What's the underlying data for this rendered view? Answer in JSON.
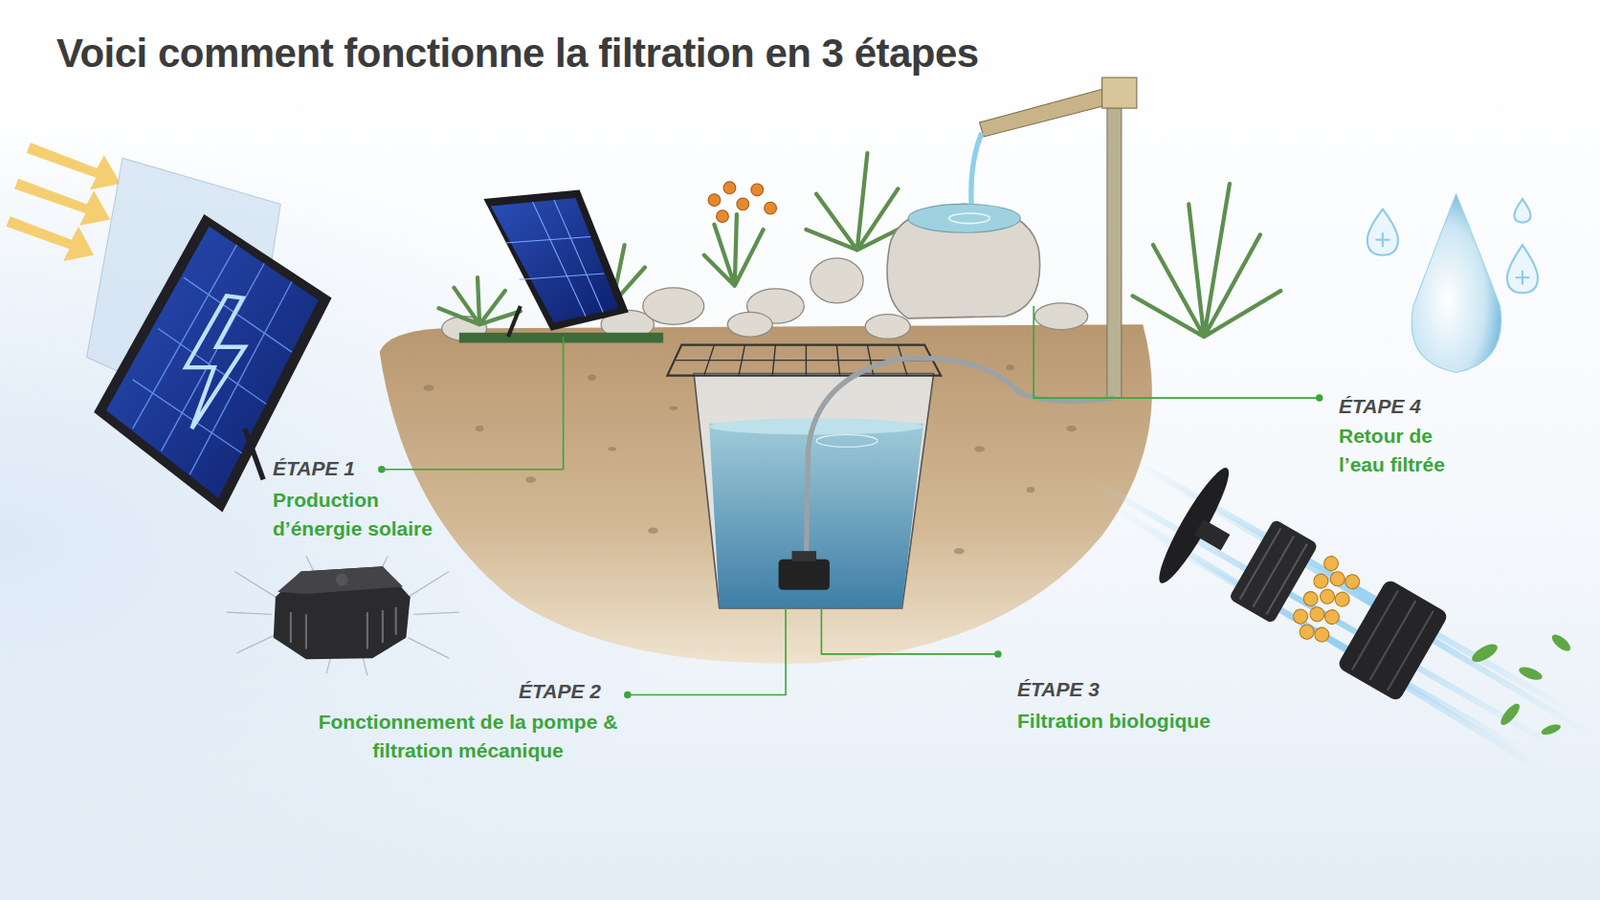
{
  "diagram": {
    "title": "Voici comment fonctionne la filtration en 3 étapes",
    "labels": [
      "ÉTAPE 1",
      "Production d’énergie solaire",
      "ÉTAPE 2",
      "Fonctionnement de la pompe & filtration mécanique",
      "ÉTAPE 3",
      "Filtration biologique",
      "ÉTAPE 4",
      "Retour de l’eau filtrée"
    ]
  }
}
